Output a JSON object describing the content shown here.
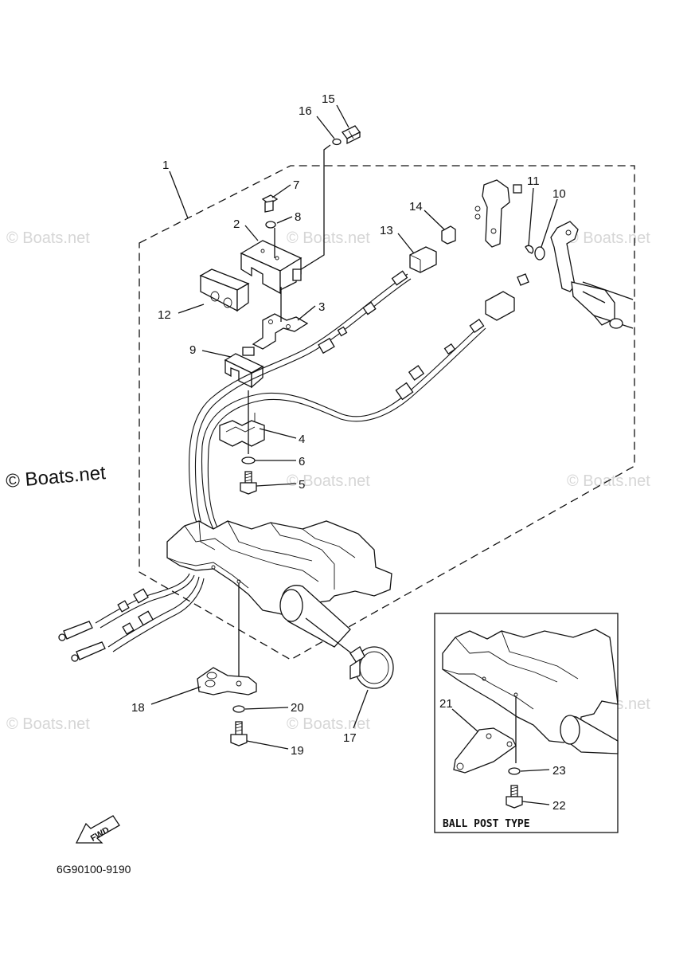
{
  "watermark": {
    "text": "© Boats.net"
  },
  "diagram_code": "6G90100-9190",
  "inset": {
    "title": "BALL POST TYPE"
  },
  "fwd_arrow": {
    "label": "FWD"
  },
  "callouts": [
    "1",
    "2",
    "3",
    "4",
    "5",
    "6",
    "7",
    "8",
    "9",
    "10",
    "11",
    "12",
    "13",
    "14",
    "15",
    "16",
    "17",
    "18",
    "19",
    "20",
    "21",
    "22",
    "23"
  ]
}
